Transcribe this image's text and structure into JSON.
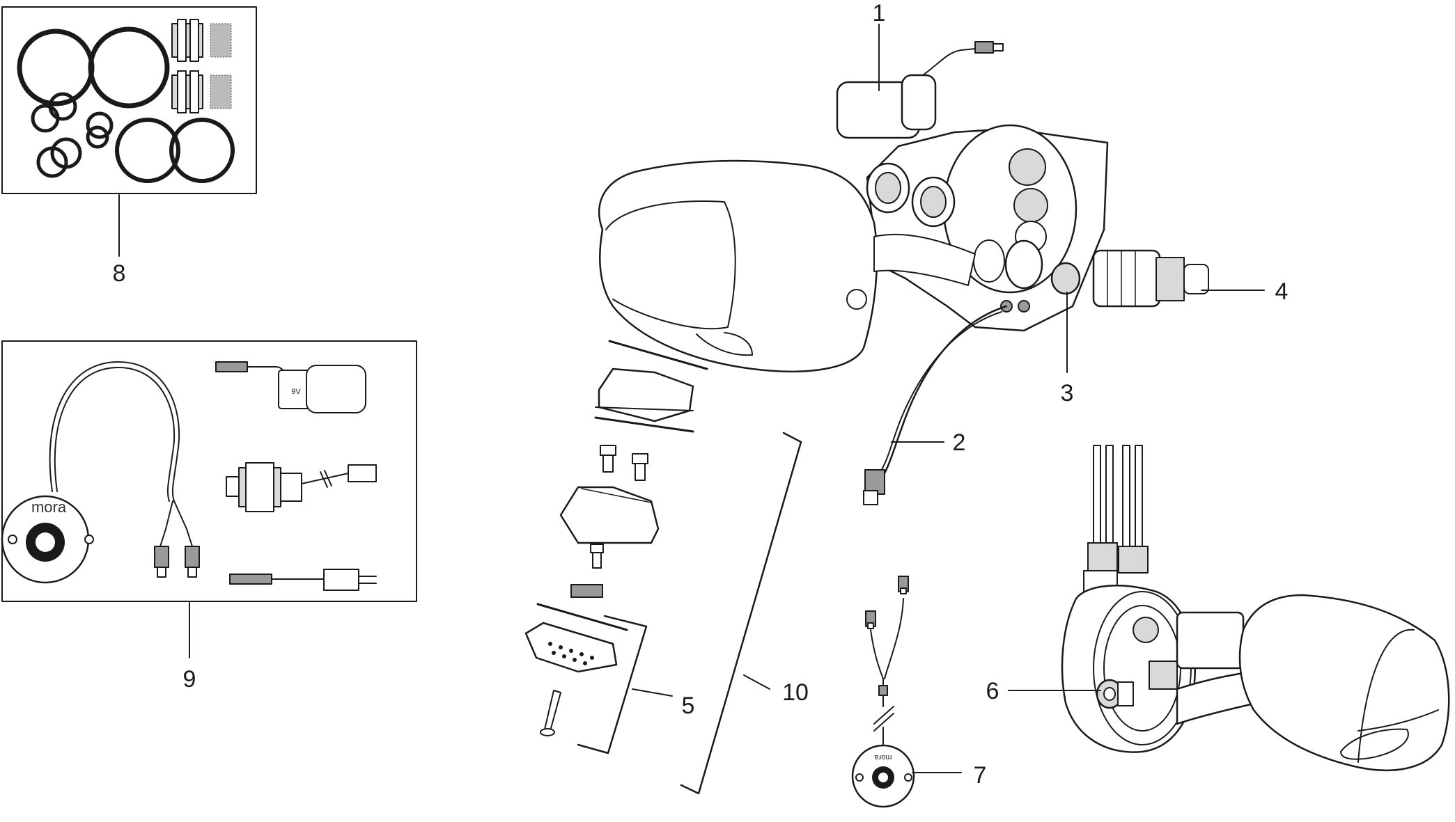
{
  "callouts": [
    {
      "id": "1",
      "text": "1"
    },
    {
      "id": "2",
      "text": "2"
    },
    {
      "id": "3",
      "text": "3"
    },
    {
      "id": "4",
      "text": "4"
    },
    {
      "id": "5",
      "text": "5"
    },
    {
      "id": "6",
      "text": "6"
    },
    {
      "id": "7",
      "text": "7"
    },
    {
      "id": "8",
      "text": "8"
    },
    {
      "id": "9",
      "text": "9"
    },
    {
      "id": "10",
      "text": "10"
    }
  ],
  "kit9": {
    "brand": "mora",
    "battery_label": "9V"
  },
  "sensor7": {
    "brand": "mora"
  },
  "colors": {
    "line": "#1a1a1a",
    "fill": "#ffffff",
    "shade": "#d9d9d9",
    "dark": "#9a9a9a"
  }
}
